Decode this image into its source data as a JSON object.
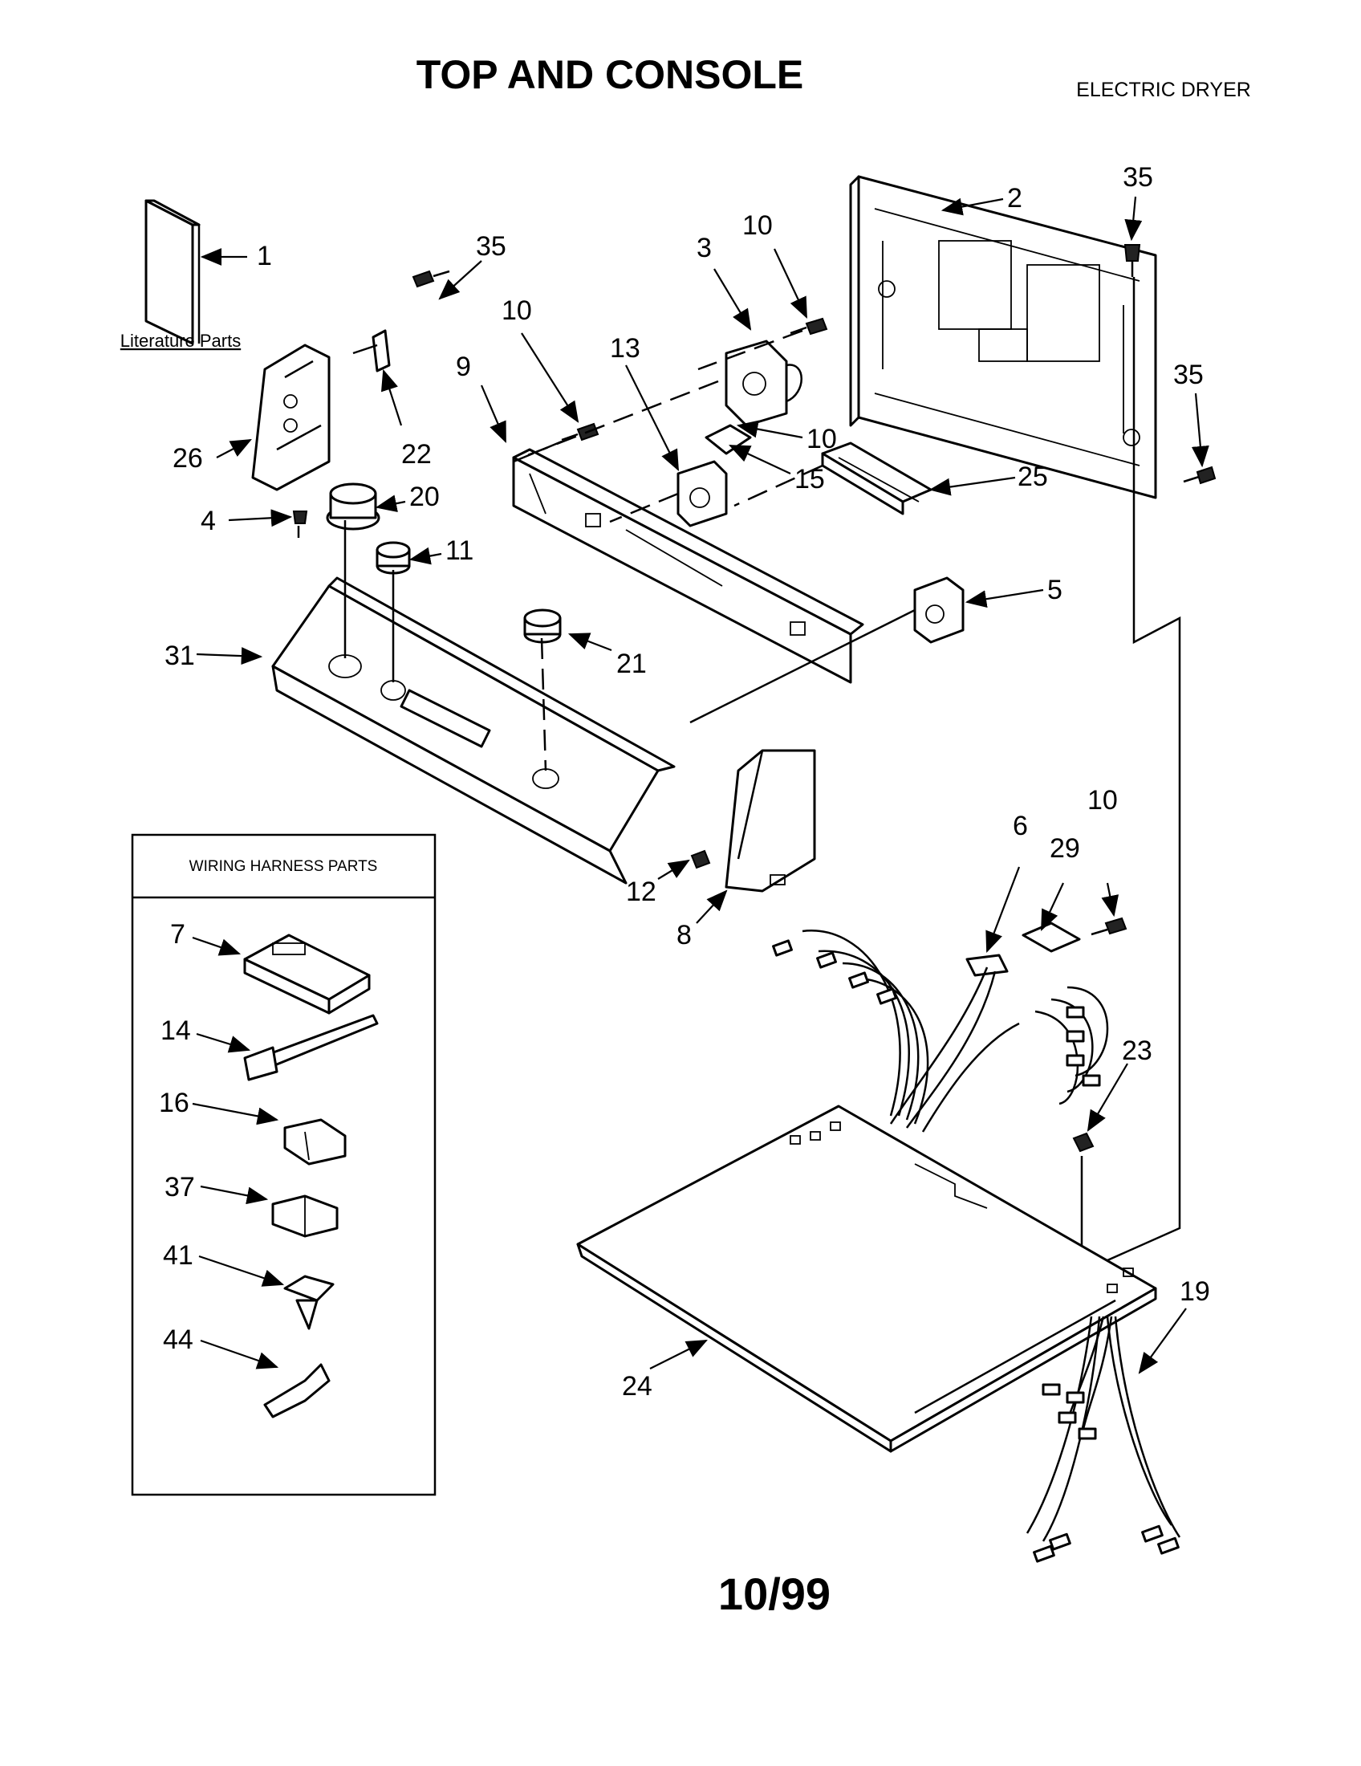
{
  "header": {
    "title": "TOP AND CONSOLE",
    "subtitle": "ELECTRIC DRYER"
  },
  "literature": {
    "label": "Literature Parts"
  },
  "harness_box": {
    "title": "WIRING HARNESS PARTS"
  },
  "callouts": [
    "1",
    "2",
    "3",
    "35",
    "10",
    "35",
    "10",
    "13",
    "9",
    "10",
    "35",
    "26",
    "22",
    "15",
    "25",
    "4",
    "20",
    "11",
    "5",
    "31",
    "21",
    "10",
    "6",
    "29",
    "12",
    "8",
    "23",
    "19",
    "24",
    "7",
    "14",
    "16",
    "37",
    "41",
    "44"
  ],
  "footer": {
    "date": "10/99"
  }
}
